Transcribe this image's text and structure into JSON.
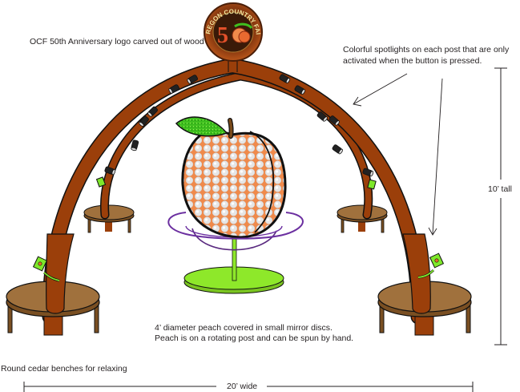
{
  "diagram": {
    "title": "Oregon Country Fair 50th Anniversary peach arch installation",
    "logo": {
      "top_text": "OREGON COUNTRY FAIR",
      "number": "5"
    },
    "annotations": {
      "logo_note": "OCF 50th Anniversary logo carved out of wood",
      "spotlight_note_line1": "Colorful spotlights on each post that are only",
      "spotlight_note_line2": "activated when the button is pressed.",
      "peach_note_line1": "4’ diameter peach covered in small mirror discs.",
      "peach_note_line2": "Peach is on a rotating post and can be spun by hand.",
      "bench_note": "Round cedar benches for relaxing"
    },
    "dimensions": {
      "height_label": "10’ tall",
      "width_label": "20’ wide"
    },
    "colors": {
      "wood_arch": "#9b3f0a",
      "bench_top": "#a0713d",
      "bench_edge": "#7a4f22",
      "peach": "#f08a4b",
      "mirror_disc": "#e8e8e8",
      "leaf": "#3fbf1f",
      "stem": "#7a4a1a",
      "base_disc": "#8ee82a",
      "ring": "#6b2fa0",
      "button": "#7ee82a"
    }
  }
}
